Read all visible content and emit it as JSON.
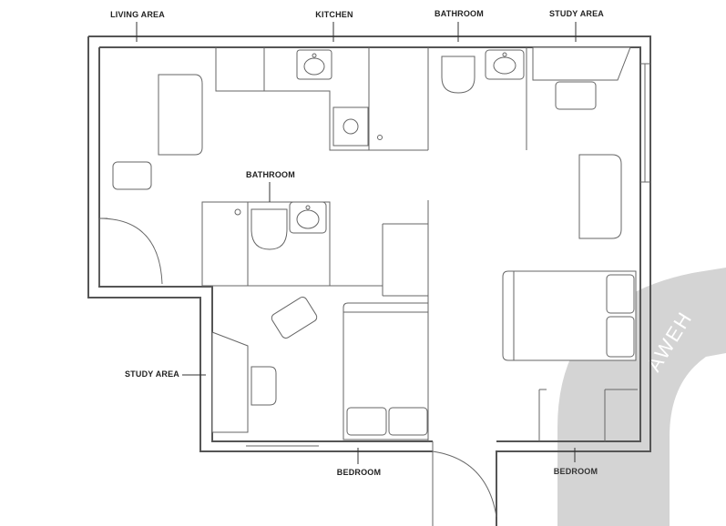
{
  "labels": {
    "living_area": "LIVING AREA",
    "kitchen": "KITCHEN",
    "bathroom_top": "BATHROOM",
    "study_area_top": "STUDY AREA",
    "bathroom_mid": "BATHROOM",
    "study_area_left": "STUDY AREA",
    "bedroom_bottom": "BEDROOM",
    "bedroom_right": "BEDROOM"
  },
  "watermark": {
    "text": "AWEH",
    "color": "#d4d4d4"
  },
  "colors": {
    "wall": "#555555",
    "line": "#666666",
    "label": "#222222"
  }
}
